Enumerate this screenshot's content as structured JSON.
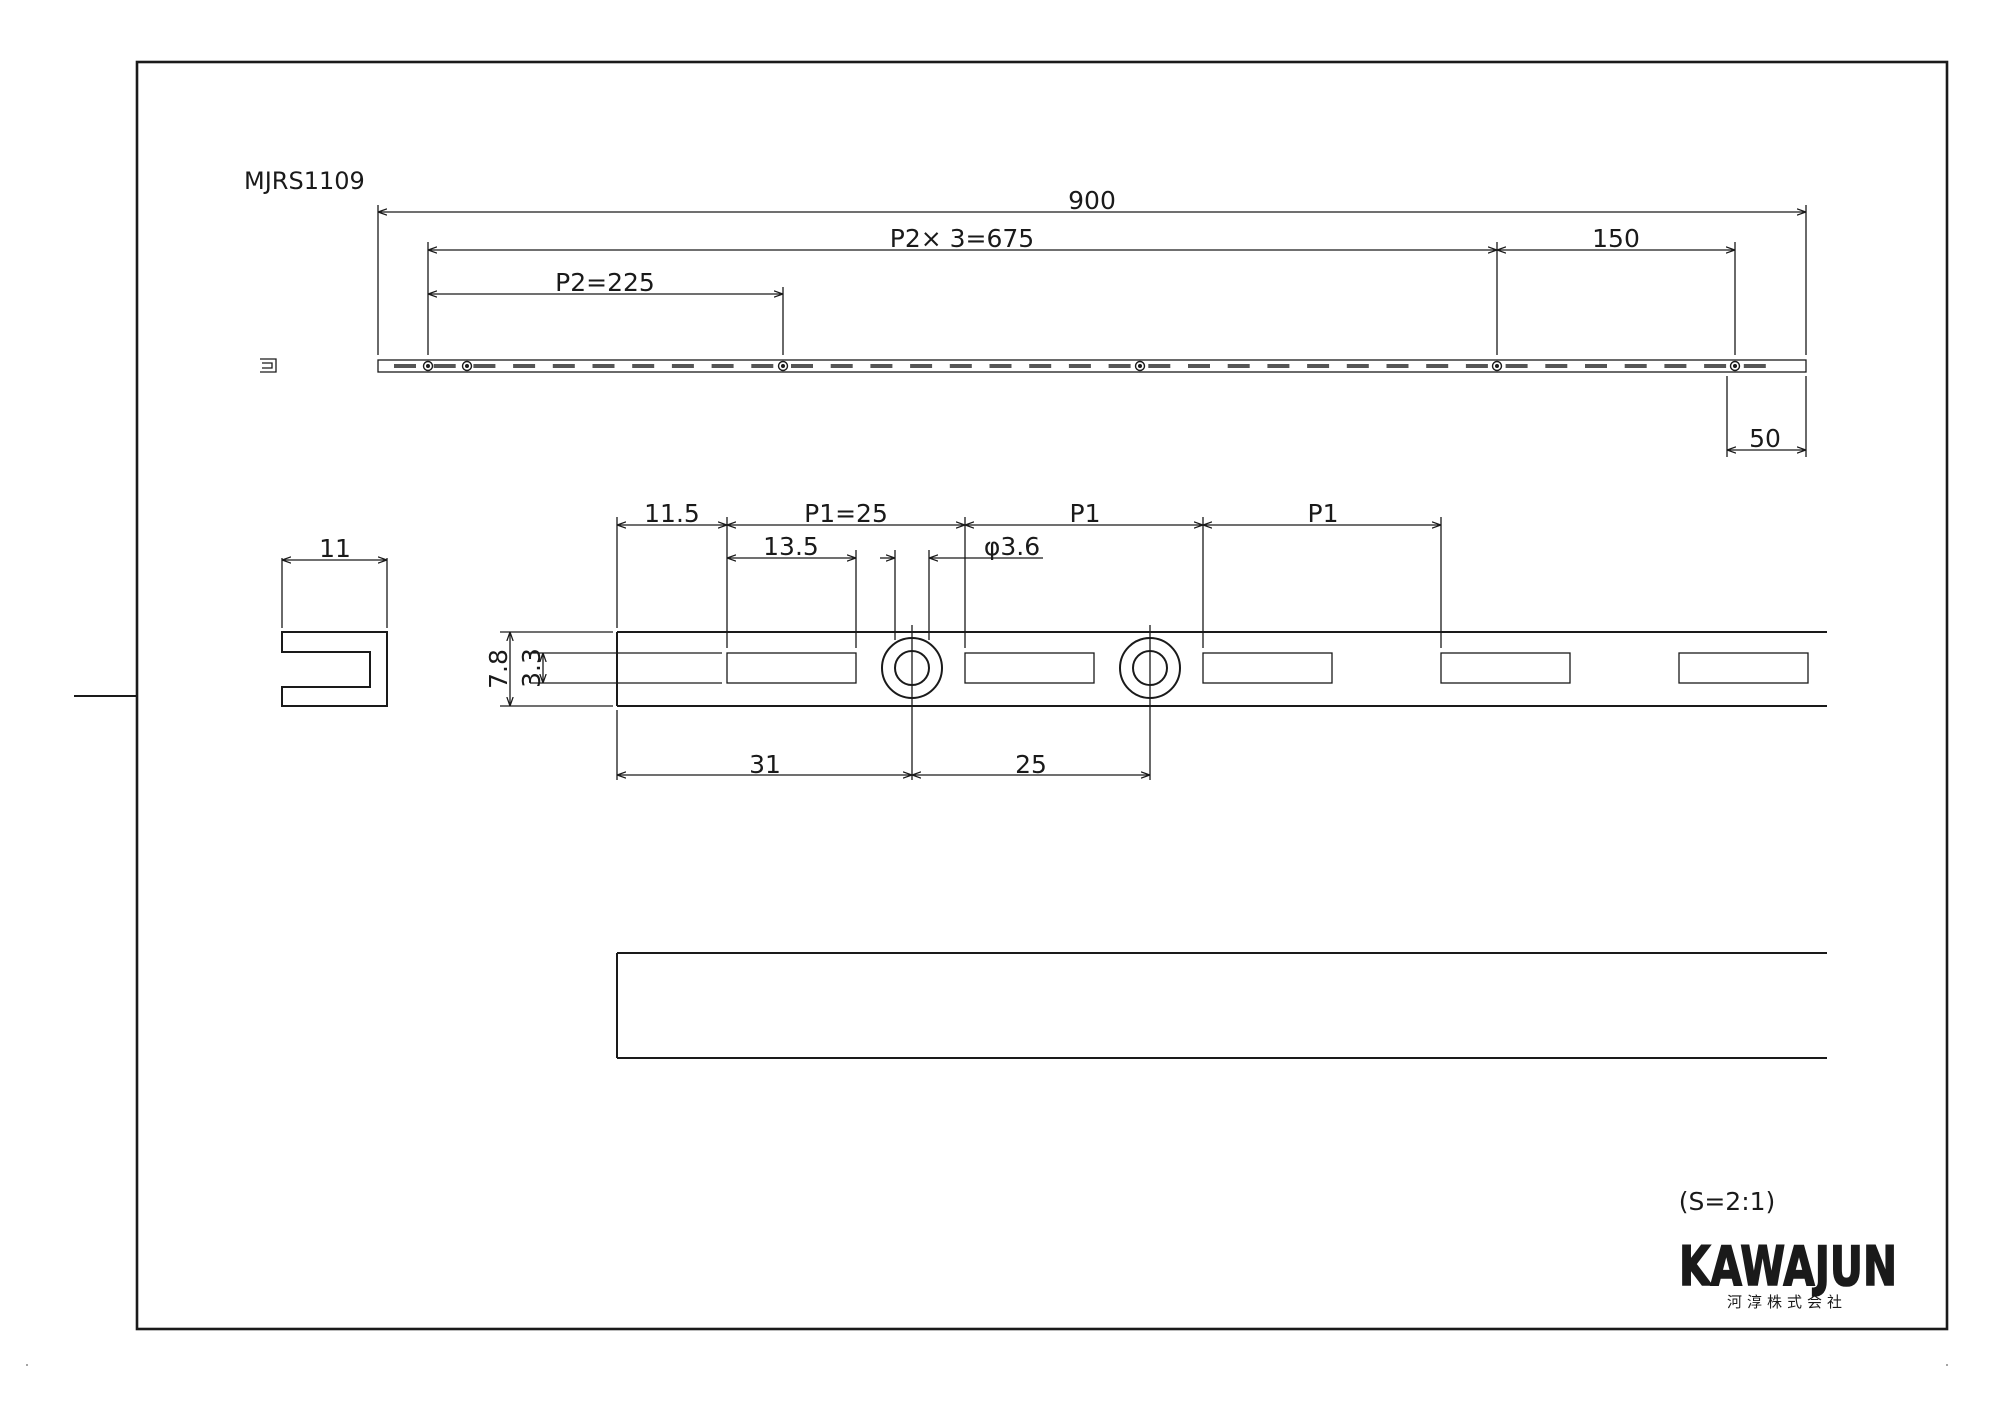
{
  "drawing": {
    "model": "MJRS1109",
    "scale": "(S=2:1)",
    "company_en": "KAWAJUN",
    "company_jp": "河淳株式会社"
  },
  "dimensions": {
    "overall": "900",
    "p2x3": "P2× 3=675",
    "end_150": "150",
    "p2": "P2=225",
    "end_50": "50",
    "d_11_5": "11.5",
    "p1_25": "P1=25",
    "p1_a": "P1",
    "p1_b": "P1",
    "d_13_5": "13.5",
    "phi": "φ3.6",
    "d_11": "11",
    "d_7_8": "7.8",
    "d_3_3": "3.3",
    "d_31": "31",
    "d_25": "25"
  }
}
